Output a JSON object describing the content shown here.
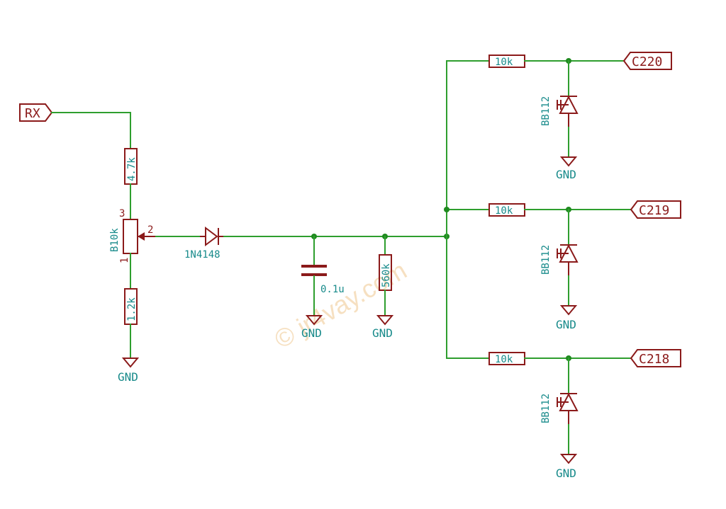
{
  "nets": {
    "rx": "RX",
    "c220": "C220",
    "c219": "C219",
    "c218": "C218"
  },
  "components": {
    "r_top": "4.7k",
    "pot": "B10k",
    "pot_pin1": "1",
    "pot_pin2": "2",
    "pot_pin3": "3",
    "r_bottom": "1.2k",
    "diode": "1N4148",
    "cap": "0.1u",
    "r_560": "560k",
    "r_c220": "10k",
    "r_c219": "10k",
    "r_c218": "10k",
    "varicap_1": "BB112",
    "varicap_2": "BB112",
    "varicap_3": "BB112"
  },
  "gnd": {
    "g1": "GND",
    "g2": "GND",
    "g3": "GND",
    "g4": "GND",
    "g5": "GND",
    "g6": "GND"
  },
  "watermark": "© jr4vay.com"
}
